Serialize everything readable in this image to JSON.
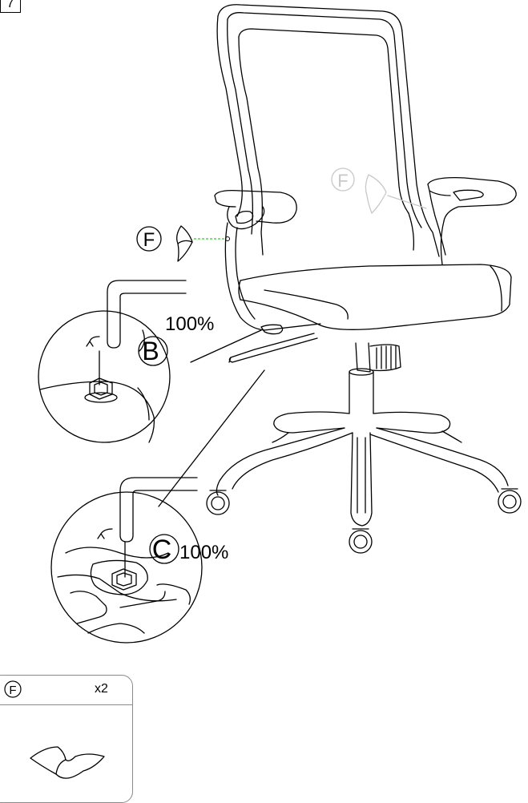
{
  "step_number": "7",
  "labels": {
    "part_f": "F",
    "part_f_faded": "F",
    "bolt_b": "B",
    "bolt_c": "C",
    "tighten_b": "100%",
    "tighten_c": "100%"
  },
  "parts_box": {
    "part_letter": "F",
    "quantity": "x2"
  },
  "colors": {
    "line": "#000000",
    "faded_line": "#c8c8c8",
    "guide_line": "#33cc33",
    "box_border": "#8a8a8a"
  }
}
